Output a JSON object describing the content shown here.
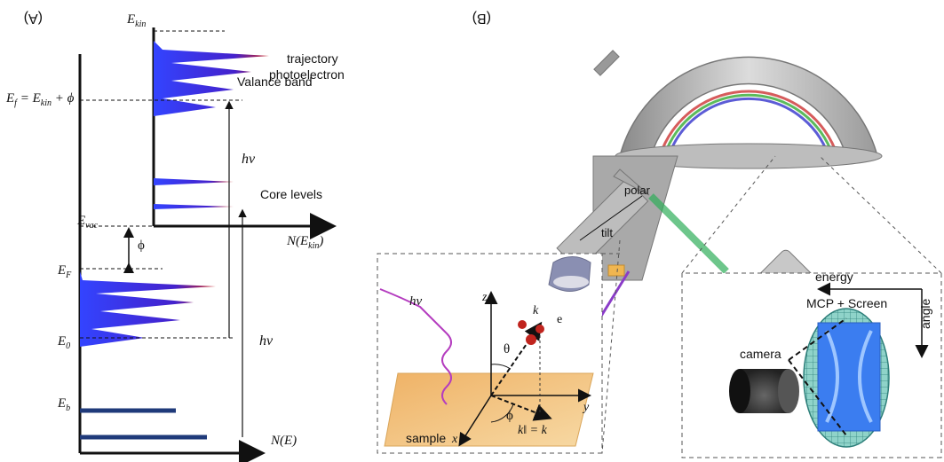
{
  "panel_a": {
    "tag": "(A)",
    "axis_right_label": "N(E)",
    "axis_left_label": "N(E",
    "axis_left_sub": "kin",
    "axis_left_close": ")",
    "e_b": "E",
    "e_b_sub": "b",
    "e_0": "E",
    "e_0_sub": "0",
    "e_f": "E",
    "e_f_sub": "F",
    "e_vac": "E",
    "e_vac_sub": "vac",
    "phi": "ϕ",
    "e_kin": "E",
    "e_kin_sub": "kin",
    "hv_top": "hν",
    "hv_bottom": "hν",
    "core_levels": "Core levels",
    "valence_band": "Valance band",
    "equation": "E",
    "equation_sub1": "f",
    "equation_mid": " = E",
    "equation_sub2": "kin",
    "equation_end": " + ϕ",
    "band_color_start": "#3333ff",
    "band_color_end": "#cc2222"
  },
  "panel_b": {
    "tag": "(B)",
    "camera": "camera",
    "mcp_screen": "MCP + Screen",
    "angle": "angle",
    "energy": "energy",
    "sample": "sample",
    "x_axis": "x",
    "y_axis": "y",
    "z_axis": "z",
    "phi": "ϕ",
    "theta": "θ",
    "k_parallel": "k",
    "k_parallel_eq": "‖ = k",
    "k_vec": "k",
    "electron": "e",
    "hv": "hν",
    "polar": "polar",
    "tilt": "tilt",
    "electron_small": "e",
    "photoelectron_line1": "photoelectron",
    "photoelectron_line2": "trajectory",
    "sample_color": "#f2c27a",
    "screen_color": "#3b7df0",
    "mesh_color": "#5bb8b0"
  }
}
